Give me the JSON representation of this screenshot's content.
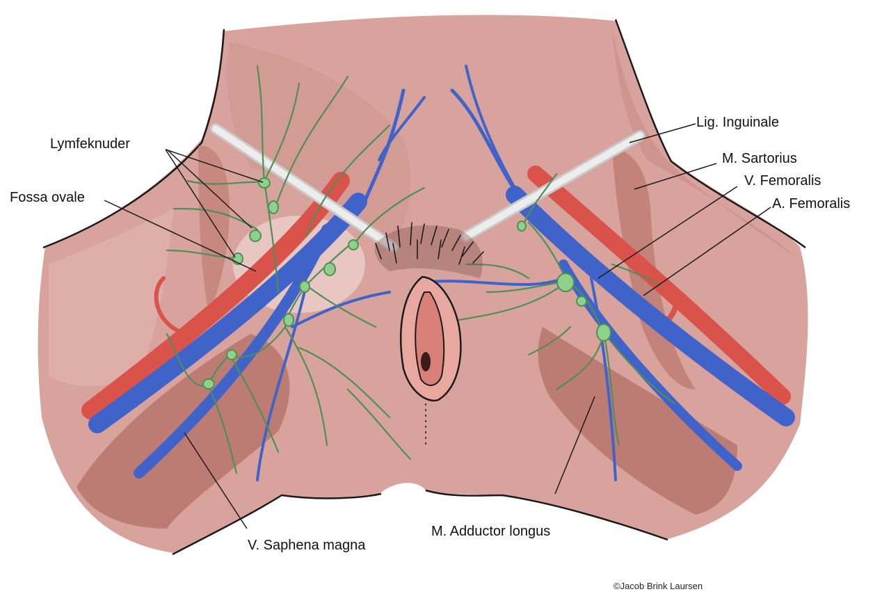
{
  "labels": {
    "lymfeknuder": "Lymfeknuder",
    "fossa_ovale": "Fossa ovale",
    "lig_inguinale": "Lig. Inguinale",
    "m_sartorius": "M. Sartorius",
    "v_femoralis": "V. Femoralis",
    "a_femoralis": "A. Femoralis",
    "v_saphena_magna": "V. Saphena magna",
    "m_adductor_longus": "M. Adductor longus"
  },
  "copyright": "©Jacob Brink Laursen",
  "colors": {
    "skin": "#d8a39c",
    "skin_dark": "#c48a84",
    "muscle": "#b9756c",
    "artery": "#d9534a",
    "vein": "#4063c9",
    "lymph_vessel": "#4d8f56",
    "lymph_node": "#8fd08a",
    "ligament": "#e3e3e3",
    "outline": "#1a1a1a"
  }
}
